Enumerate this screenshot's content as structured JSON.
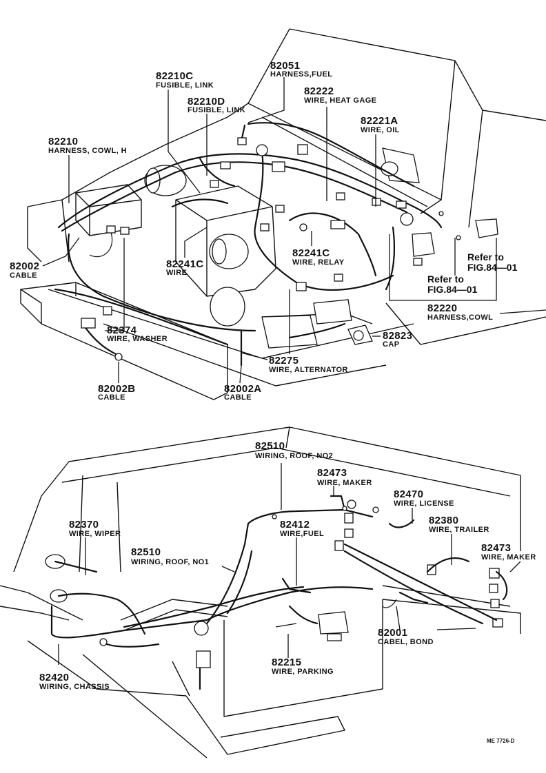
{
  "callouts": [
    {
      "id": "82051",
      "number": "82051",
      "name": "HARNESS,FUEL"
    },
    {
      "id": "82210C",
      "number": "82210C",
      "name": "FUSIBLE, LINK"
    },
    {
      "id": "82222",
      "number": "82222",
      "name": "WIRE, HEAT GAGE"
    },
    {
      "id": "82210D",
      "number": "82210D",
      "name": "FUSIBLE, LINK"
    },
    {
      "id": "82221A",
      "number": "82221A",
      "name": "WIRE, OIL"
    },
    {
      "id": "82210",
      "number": "82210",
      "name": "HARNESS, COWL, H"
    },
    {
      "id": "82002",
      "number": "82002",
      "name": "CABLE"
    },
    {
      "id": "82241C_a",
      "number": "82241C",
      "name": "WIRE"
    },
    {
      "id": "82241C_b",
      "number": "82241C",
      "name": "WIRE, RELAY"
    },
    {
      "id": "82220",
      "number": "82220",
      "name": "HARNESS,COWL"
    },
    {
      "id": "82374",
      "number": "82374",
      "name": "WIRE, WASHER"
    },
    {
      "id": "82823",
      "number": "82823",
      "name": "CAP"
    },
    {
      "id": "82275",
      "number": "82275",
      "name": "WIRE, ALTERNATOR"
    },
    {
      "id": "82002B",
      "number": "82002B",
      "name": "CABLE"
    },
    {
      "id": "82002A",
      "number": "82002A",
      "name": "CABLE"
    },
    {
      "id": "82510_2",
      "number": "82510",
      "name": "WIRING, ROOF, NO2"
    },
    {
      "id": "82473_a",
      "number": "82473",
      "name": "WIRE, MAKER"
    },
    {
      "id": "82470",
      "number": "82470",
      "name": "WIRE, LICENSE"
    },
    {
      "id": "82370",
      "number": "82370",
      "name": "WIRE, WIPER"
    },
    {
      "id": "82412",
      "number": "82412",
      "name": "WIRE,FUEL"
    },
    {
      "id": "82380",
      "number": "82380",
      "name": "WIRE, TRAILER"
    },
    {
      "id": "82510_1",
      "number": "82510",
      "name": "WIRING, ROOF, NO1"
    },
    {
      "id": "82473_b",
      "number": "82473",
      "name": "WIRE, MAKER"
    },
    {
      "id": "82001",
      "number": "82001",
      "name": "CABEL, BOND"
    },
    {
      "id": "82215",
      "number": "82215",
      "name": "WIRE, PARKING"
    },
    {
      "id": "82420",
      "number": "82420",
      "name": "WIRING, CHASSIS"
    }
  ],
  "references": [
    {
      "id": "ref1",
      "line1": "Refer to",
      "line2": "FIG.84—01"
    },
    {
      "id": "ref2",
      "line1": "Refer to",
      "line2": "FIG.84—01"
    }
  ],
  "drawing_code": "ME 7726-D"
}
